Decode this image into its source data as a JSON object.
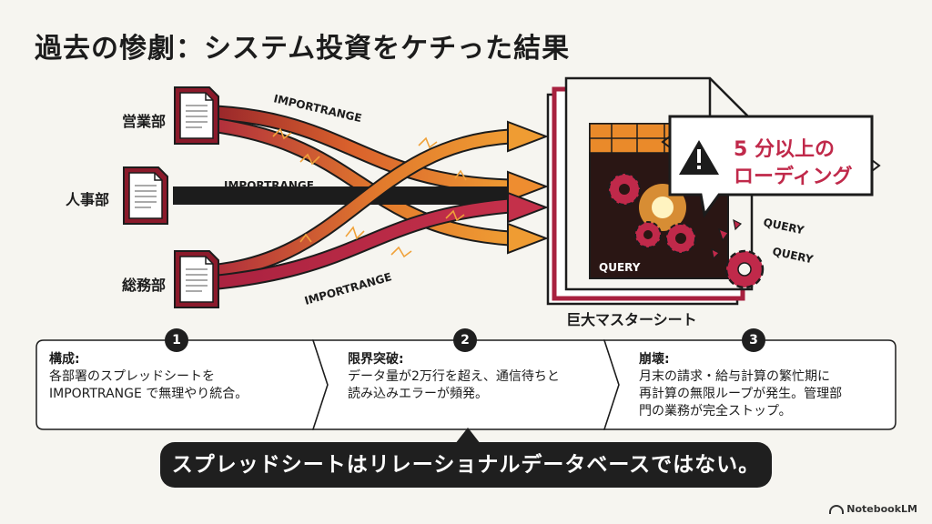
{
  "title": "過去の惨劇：システム投資をケチった結果",
  "departments": [
    {
      "label": "営業部"
    },
    {
      "label": "人事部"
    },
    {
      "label": "総務部"
    }
  ],
  "flows": [
    {
      "label": "IMPORTRANGE"
    },
    {
      "label": "IMPORTRANGE"
    },
    {
      "label": "IMPORTRANGE"
    }
  ],
  "master": {
    "label": "巨大マスターシート",
    "query_labels": [
      "QUERY",
      "QUERY",
      "QUERY"
    ]
  },
  "warning": {
    "line1": "5 分以上の",
    "line2": "ローディング"
  },
  "steps": [
    {
      "number": "1",
      "title": "構成:",
      "body_line1": "各部署のスプレッドシートを",
      "body_line2": "IMPORTRANGE で無理やり統合。",
      "body_line3": ""
    },
    {
      "number": "2",
      "title": "限界突破:",
      "body_line1": "データ量が2万行を超え、通信待ちと",
      "body_line2": "読み込みエラーが頻発。",
      "body_line3": ""
    },
    {
      "number": "3",
      "title": "崩壊:",
      "body_line1": "月末の請求・給与計算の繁忙期に",
      "body_line2": "再計算の無限ループが発生。管理部",
      "body_line3": "門の業務が完全ストップ。"
    }
  ],
  "callout": "スプレッドシートはリレーショナルデータベースではない。",
  "footer": "NotebookLM",
  "colors": {
    "orange": "#ea8a2a",
    "crimson": "#a8213f",
    "dark_red": "#8b1a2b",
    "accent": "#c0294a"
  }
}
